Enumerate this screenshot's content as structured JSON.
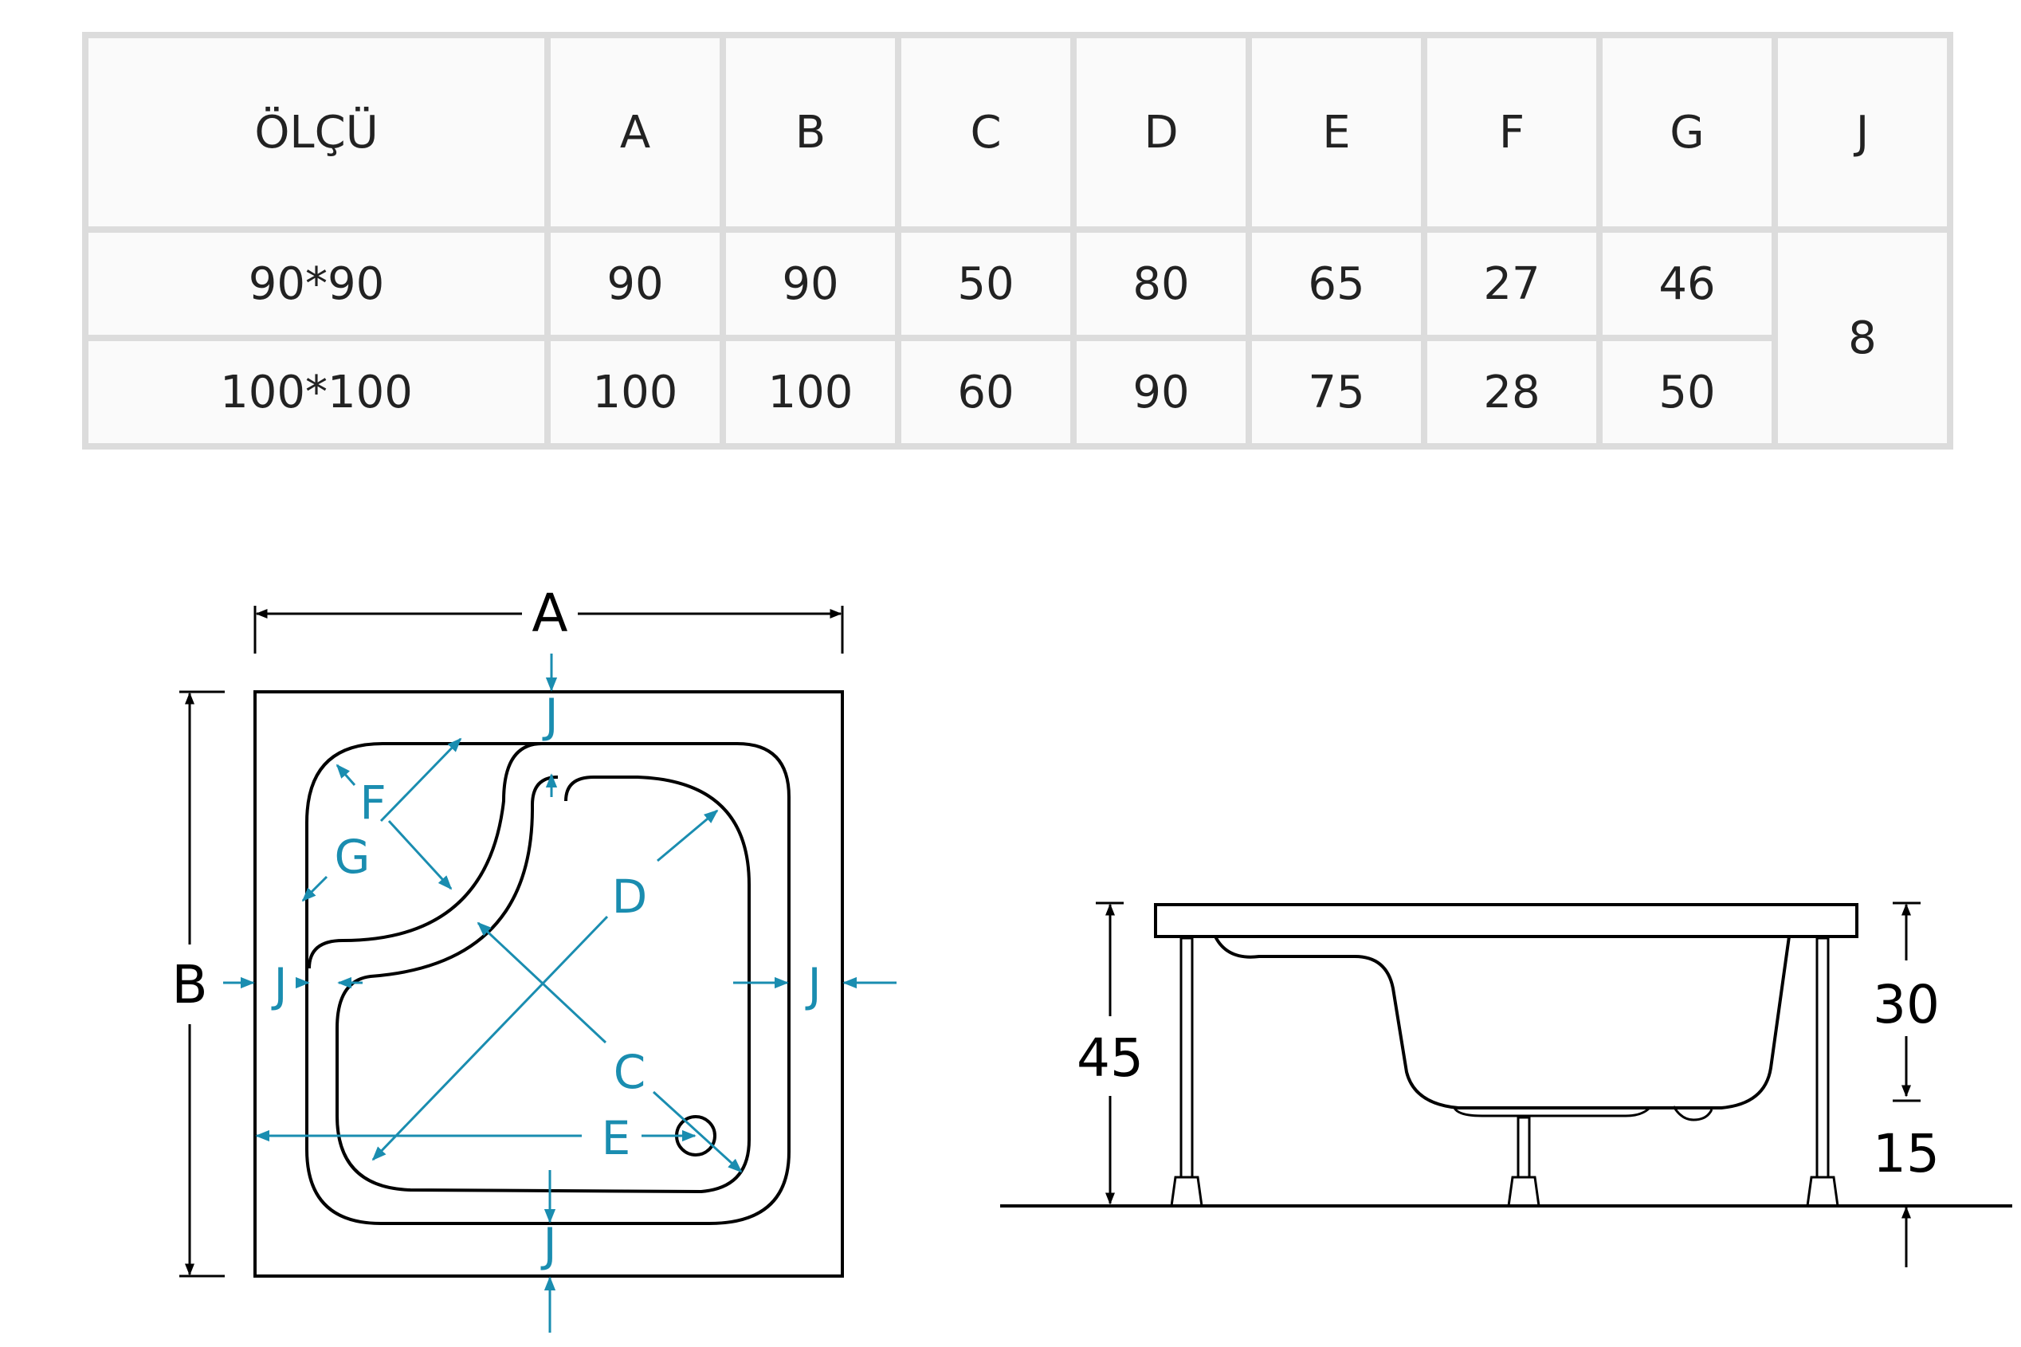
{
  "table": {
    "headers": [
      "ÖLÇÜ",
      "A",
      "B",
      "C",
      "D",
      "E",
      "F",
      "G",
      "J"
    ],
    "rows": [
      {
        "size": "90*90",
        "values": [
          "90",
          "90",
          "50",
          "80",
          "65",
          "27",
          "46"
        ]
      },
      {
        "size": "100*100",
        "values": [
          "100",
          "100",
          "60",
          "90",
          "75",
          "28",
          "50"
        ]
      }
    ],
    "j_value": "8"
  },
  "plan_view": {
    "labels": {
      "a": "A",
      "b": "B",
      "c": "C",
      "d": "D",
      "e": "E",
      "f": "F",
      "g": "G",
      "j_top": "J",
      "j_left": "J",
      "j_right": "J",
      "j_bottom": "J"
    }
  },
  "side_view": {
    "labels": {
      "total_height": "45",
      "tray_height": "30",
      "leg_height": "15"
    }
  },
  "colors": {
    "dimension_blue": "#1a8db0",
    "line_black": "#000000",
    "table_border": "#dcdcdc",
    "table_cell": "#fafafa"
  }
}
